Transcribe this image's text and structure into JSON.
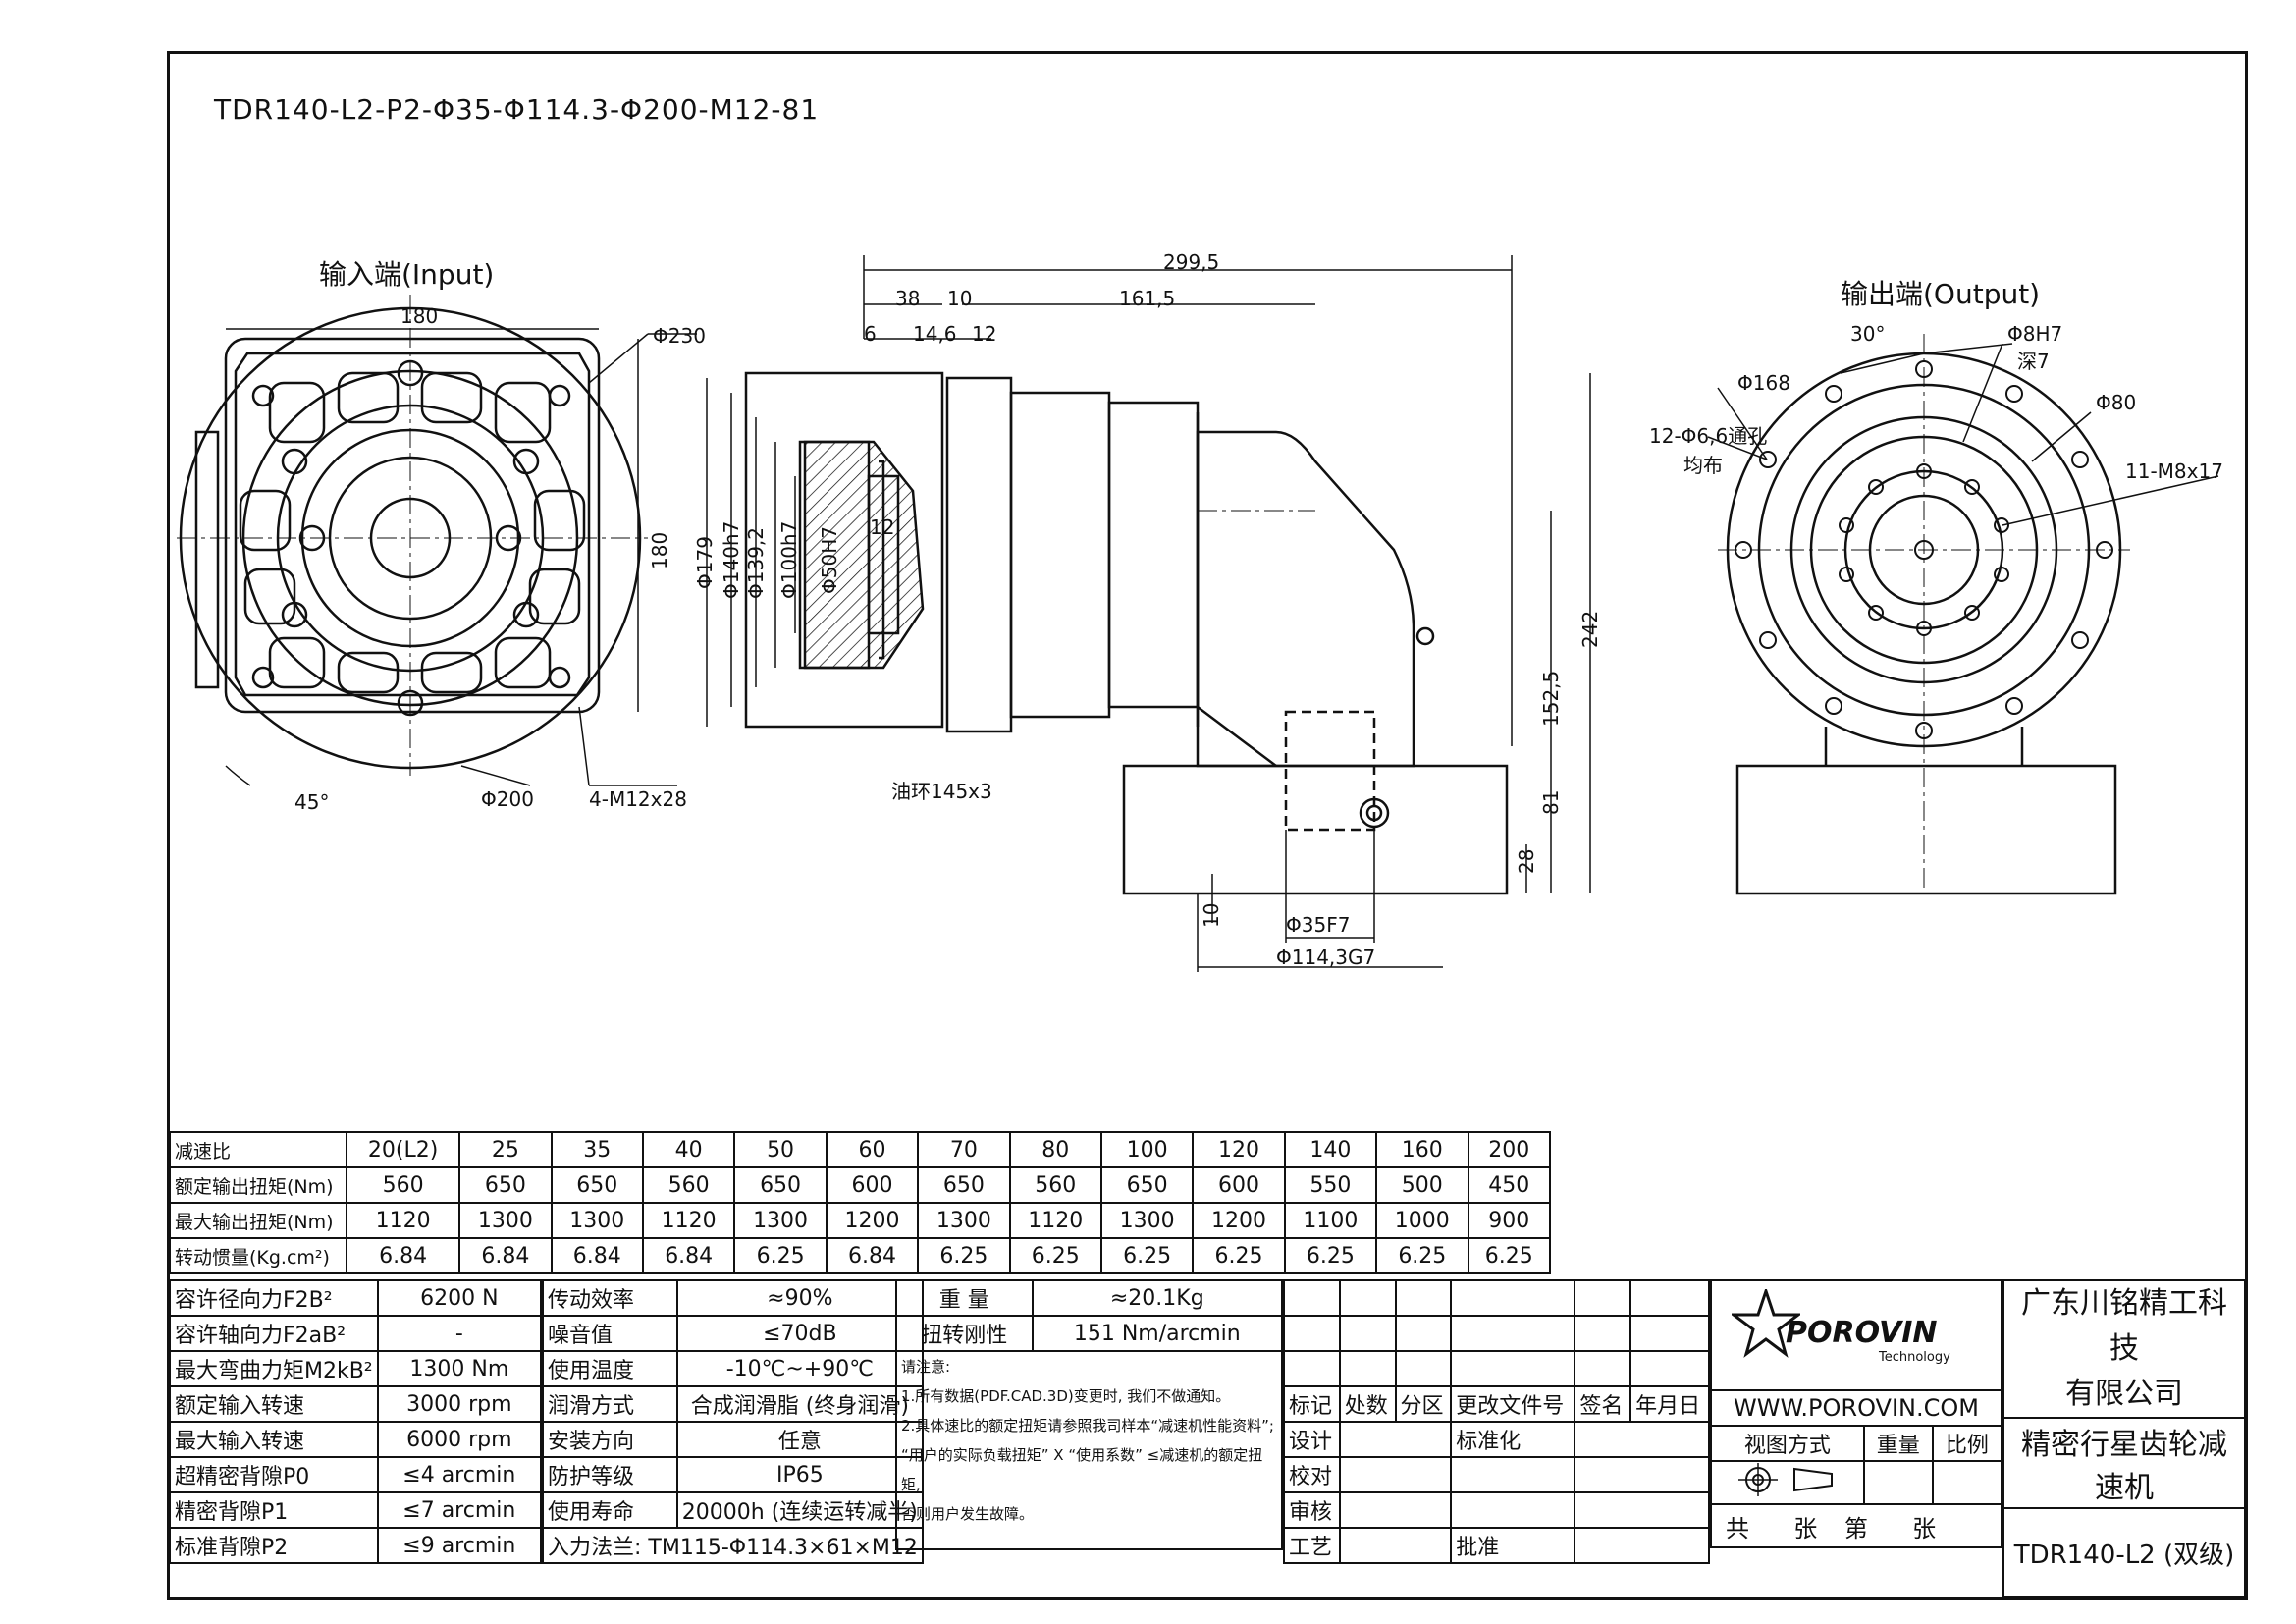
{
  "title_code": "TDR140-L2-P2-Φ35-Φ114.3-Φ200-M12-81",
  "views": {
    "input": "输入端(Input)",
    "output": "输出端(Output)"
  },
  "dims": {
    "d180_top": "180",
    "d230": "Φ230",
    "d180_side": "180",
    "d45": "45°",
    "d200": "Φ200",
    "m12": "4-M12x28",
    "d2995": "299,5",
    "d38": "38",
    "d10": "10",
    "d1615": "161,5",
    "d6": "6",
    "d146": "14,6",
    "d12a": "12",
    "d179": "Φ179",
    "d140": "Φ140h7",
    "d1392": "Φ139,2",
    "d100": "Φ100h7",
    "d50": "Φ50H7",
    "d12b": "12",
    "oilring": "油环145x3",
    "d242": "242",
    "d1525": "152,5",
    "d81": "81",
    "d28": "28",
    "d10b": "10",
    "d35": "Φ35F7",
    "d1143": "Φ114,3G7",
    "d30": "30°",
    "d8h7": "Φ8H7",
    "deep7": "深7",
    "d168": "Φ168",
    "d80": "Φ80",
    "holes": "12-Φ6,6通孔",
    "even": "均布",
    "m8": "11-M8x17"
  },
  "perf": {
    "rows": [
      {
        "label": "减速比",
        "values": [
          "20(L2)",
          "25",
          "35",
          "40",
          "50",
          "60",
          "70",
          "80",
          "100",
          "120",
          "140",
          "160",
          "200"
        ]
      },
      {
        "label": "额定输出扭矩(Nm)",
        "values": [
          "560",
          "650",
          "650",
          "560",
          "650",
          "600",
          "650",
          "560",
          "650",
          "600",
          "550",
          "500",
          "450"
        ]
      },
      {
        "label": "最大输出扭矩(Nm)",
        "values": [
          "1120",
          "1300",
          "1300",
          "1120",
          "1300",
          "1200",
          "1300",
          "1120",
          "1300",
          "1200",
          "1100",
          "1000",
          "900"
        ]
      },
      {
        "label": "转动惯量(Kg.cm²)",
        "values": [
          "6.84",
          "6.84",
          "6.84",
          "6.84",
          "6.25",
          "6.84",
          "6.25",
          "6.25",
          "6.25",
          "6.25",
          "6.25",
          "6.25",
          "6.25"
        ]
      }
    ]
  },
  "spec1": [
    {
      "k": "容许径向力F2B²",
      "v": "6200 N"
    },
    {
      "k": "容许轴向力F2aB²",
      "v": "-"
    },
    {
      "k": "最大弯曲力矩M2kB²",
      "v": "1300 Nm"
    },
    {
      "k": "额定输入转速",
      "v": "3000 rpm"
    },
    {
      "k": "最大输入转速",
      "v": "6000 rpm"
    },
    {
      "k": "超精密背隙P0",
      "v": "≤4 arcmin"
    },
    {
      "k": "精密背隙P1",
      "v": "≤7 arcmin"
    },
    {
      "k": "标准背隙P2",
      "v": "≤9 arcmin"
    }
  ],
  "spec2": [
    {
      "k": "传动效率",
      "v": "≈90%"
    },
    {
      "k": "噪音值",
      "v": "≤70dB"
    },
    {
      "k": "使用温度",
      "v": "-10℃~+90℃"
    },
    {
      "k": "润滑方式",
      "v": "合成润滑脂 (终身润滑)"
    },
    {
      "k": "安装方向",
      "v": "任意"
    },
    {
      "k": "防护等级",
      "v": "IP65"
    },
    {
      "k": "使用寿命",
      "v": "20000h (连续运转减半)"
    }
  ],
  "flange_note": "入力法兰: TM115-Φ114.3×61×M12",
  "weight": {
    "k": "重 量",
    "v": "≈20.1Kg"
  },
  "stiffness": {
    "k": "扭转刚性",
    "v": "151 Nm/arcmin"
  },
  "notes": {
    "title": "请注意:",
    "n1": "1.所有数据(PDF.CAD.3D)变更时, 我们不做通知。",
    "n2": "2.具体速比的额定扭矩请参照我司样本“减速机性能资料”;",
    "n3": "“用户的实际负载扭矩” X “使用系数” ≤减速机的额定扭矩,",
    "n4": "否则用户发生故障。"
  },
  "tb": {
    "biaoji": "标记",
    "chushu": "处数",
    "fenqu": "分区",
    "genggai": "更改文件号",
    "qianming": "签名",
    "nianyueri": "年月日",
    "sheji": "设计",
    "biaozhunhua": "标准化",
    "jiaodui": "校对",
    "shenhe": "审核",
    "gongyi": "工艺",
    "pizhun": "批准",
    "logo": "POROVIN",
    "logo_sub": "Technology",
    "website": "WWW.POROVIN.COM",
    "shitu": "视图方式",
    "zhongliang": "重量",
    "bili": "比例",
    "gong": "共",
    "zhang1": "张",
    "di": "第",
    "zhang2": "张",
    "company1": "广东川铭精工科技",
    "company2": "有限公司",
    "product": "精密行星齿轮减速机",
    "model": "TDR140-L2 (双级)"
  }
}
